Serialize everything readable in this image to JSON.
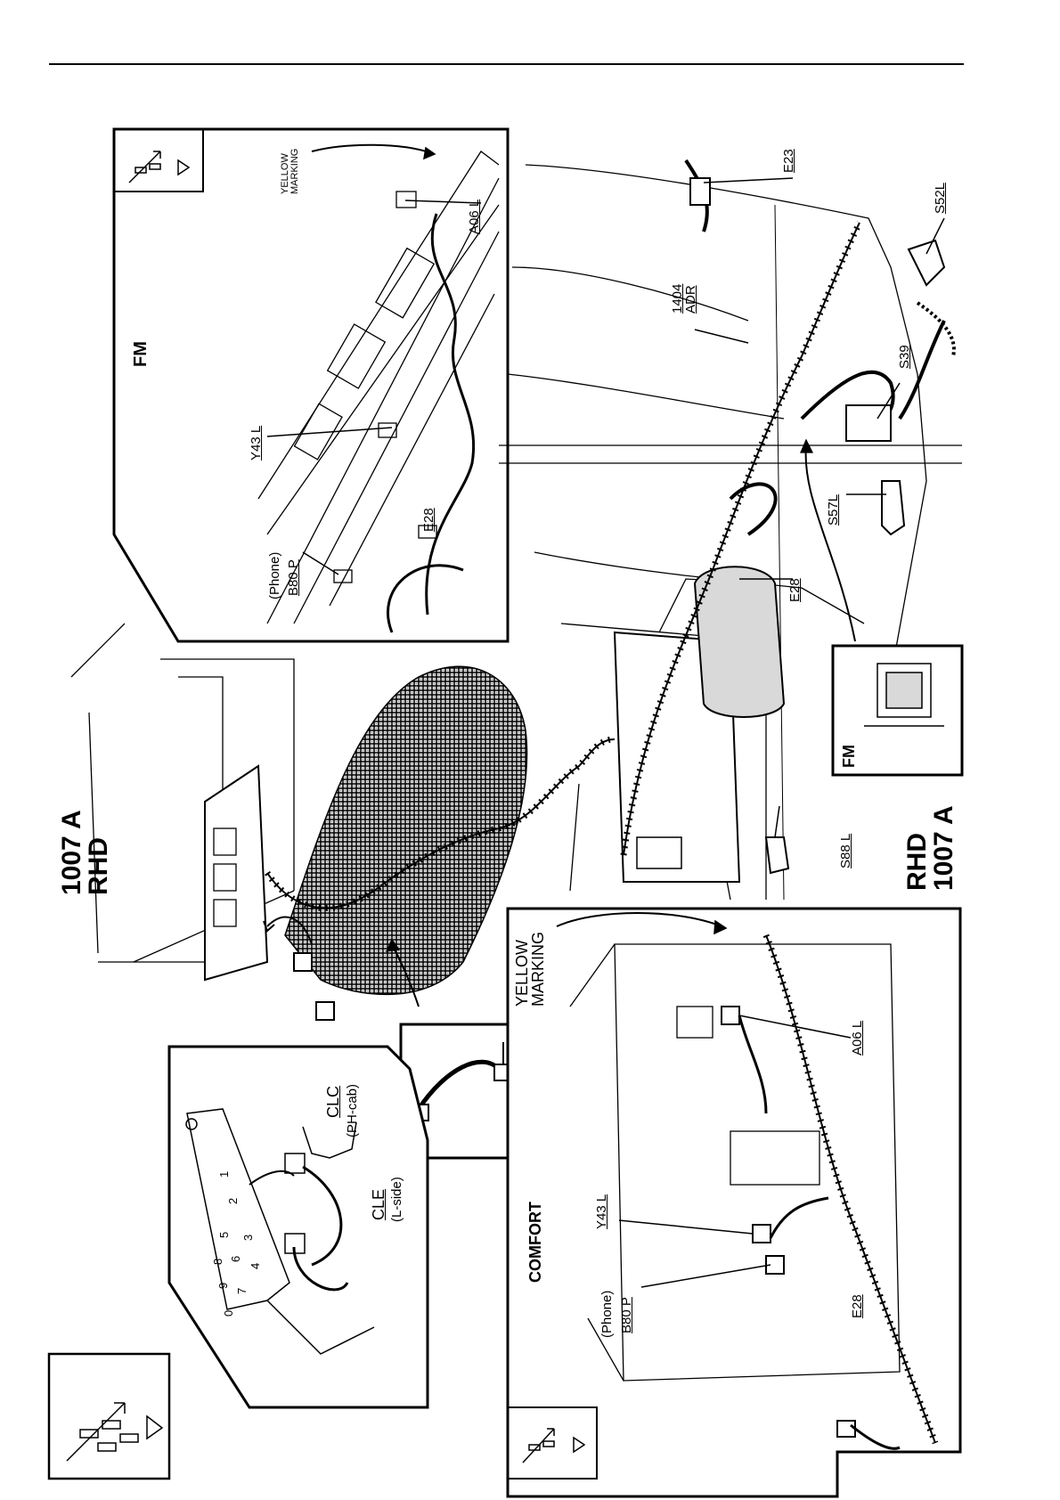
{
  "doc": {
    "title_top": [
      "1007 A",
      "RHD"
    ],
    "title_bottom": [
      "RHD",
      "1007 A"
    ]
  },
  "fm_top": {
    "title": "FM",
    "yellow_marking": [
      "YELLOW",
      "MARKING"
    ],
    "labels": {
      "a06l": "A06 L",
      "y43l": "Y43 L",
      "phone": "(Phone)",
      "b80p": "B80 P",
      "e28": "E28"
    }
  },
  "main": {
    "labels": {
      "e23": "E23",
      "s52l": "S52L",
      "adr1": "1404",
      "adr2": "ADR",
      "s39": "S39",
      "s57l": "S57L",
      "e28": "E28",
      "s88l": "S88 L"
    },
    "yellow_marking": [
      "YELLOW",
      "MARKING"
    ]
  },
  "fm_small": {
    "title": "FM"
  },
  "left_detail": {
    "clc": "CLC",
    "clc_sub": "(PH-cab)",
    "cle": "CLE",
    "cle_sub": "(L-side)",
    "keys": [
      "1",
      "2",
      "3",
      "4",
      "5",
      "6",
      "7",
      "8",
      "9",
      "0"
    ]
  },
  "comfort": {
    "title": "COMFORT",
    "labels": {
      "a06l": "A06 L",
      "y43l": "Y43 L",
      "phone": "(Phone)",
      "b80p": "B80 P",
      "e28": "E28"
    }
  },
  "colors": {
    "ink": "#000000",
    "paper": "#ffffff",
    "shade": "#d9d9d9"
  }
}
